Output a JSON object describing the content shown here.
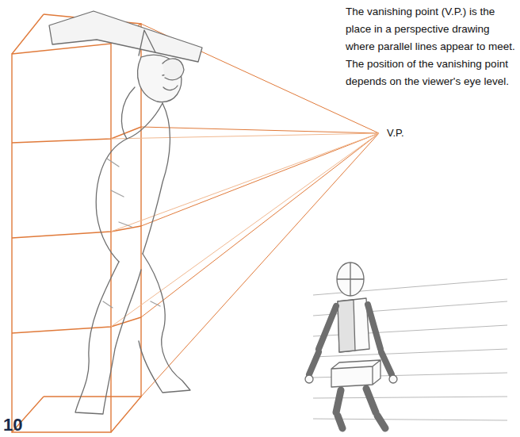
{
  "diagram": {
    "labels": [
      "The vanishing point (V.P.) is the place in a perspective drawing where parallel lines appear to meet. The position of the vanishing point depends on the viewer's eye level.",
      "V.P.",
      "10"
    ]
  }
}
